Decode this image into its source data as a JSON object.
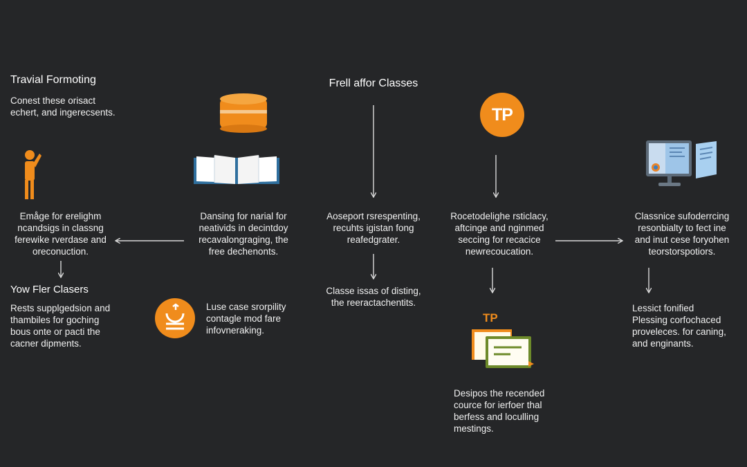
{
  "texts": {
    "t1_title": "Travial Formoting",
    "t1_body": "Conest these orisact\nechert, and ingerecsents.",
    "t2_title": "Frell affor Classes",
    "t3_body": "Emåge for erelighm\nncandsigs in classng\nferewike rverdase and\noreconuction.",
    "t4_body": "Dansing for narial for\nneativids in decintdoy\nrecavalongraging, the\nfree dechenonts.",
    "t5_body": "Aoseport rsrespenting,\nrecuhts igistan fong\nreafedgrater.",
    "t6_body": "Rocetodelighe rsticlacy,\naftcinge and nginmed\nseccing for recacice\nnewrecoucation.",
    "t7_body": "Classnice sufoderrcing\nresonbialty to fect ine\nand inut cese foryohen\nteorstorspotiors.",
    "t8_title": "Yow Fler Clasers",
    "t8_body": "Rests supplgedsion and\nthambiles for goching\nbous onte or pacti the\ncacner dipments.",
    "t9_body": "Luse case srorpility\ncontagle mod fare\ninfovneraking.",
    "t10_body": "Classe issas of disting,\nthe reeractachentits.",
    "t11_body": "Lessict fonified\nPlessing corfochaced\nproveleces. for caning,\nand enginants.",
    "t12_body": "Desipos the recended\ncource for ierfoer thal\nberfess and loculling\nmestings."
  },
  "badges": {
    "tp_circle": "TP",
    "tp_small": "TP"
  },
  "colors": {
    "background": "#252628",
    "accent_orange": "#f08c1c",
    "text": "#f1f1f1",
    "arrow": "#d9d9d9",
    "book_blue": "#2f6f9e"
  },
  "icons": [
    "person-icon",
    "database-icon",
    "book-icon",
    "tp-badge-icon",
    "monitor-icon",
    "reload-icon",
    "documents-icon"
  ]
}
